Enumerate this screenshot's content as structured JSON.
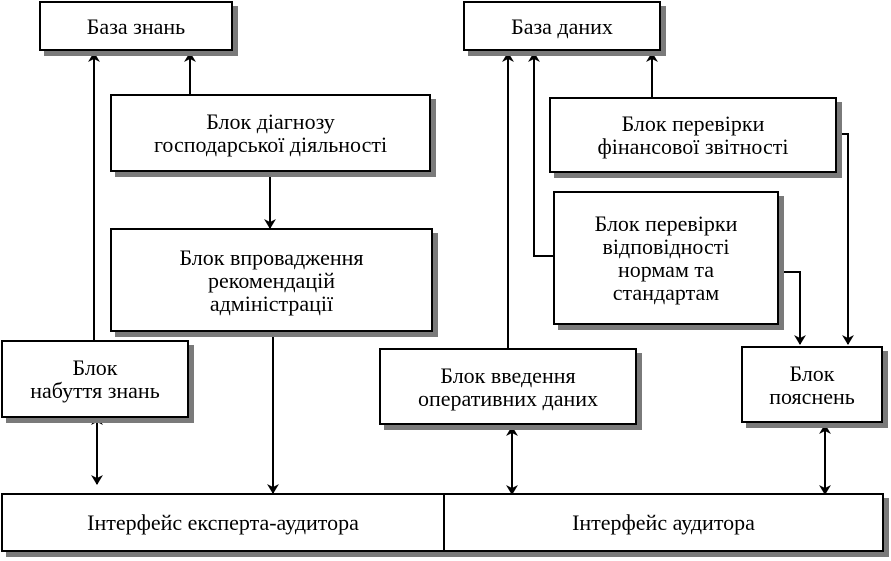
{
  "nodes": {
    "knowledge_base": "База знань",
    "database": "База даних",
    "diagnosis_block": "Блок діагнозу\nгосподарської діяльності",
    "implementation_block": "Блок впровадження\nрекомендацій\nадміністрації",
    "knowledge_acquisition_block": "Блок\nнабуття знань",
    "financial_check_block": "Блок перевірки\nфінансової звітності",
    "compliance_check_block": "Блок перевірки\nвідповідності\nнормам та\nстандартам",
    "data_entry_block": "Блок введення\nоперативних даних",
    "explanations_block": "Блок\nпояснень"
  },
  "interfaces": {
    "expert_auditor": "Інтерфейс експерта-аудитора",
    "auditor": "Інтерфейс аудитора"
  }
}
